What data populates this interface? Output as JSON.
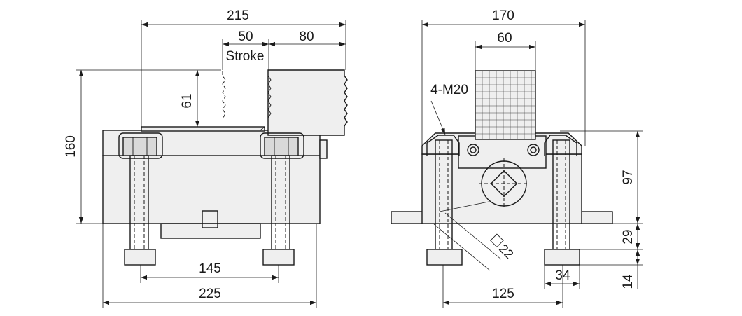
{
  "front_view": {
    "dims": {
      "overall_top": "215",
      "stroke_value": "50",
      "jaw_width": "80",
      "stroke_word": "Stroke",
      "stroke_height": "61",
      "overall_height": "160",
      "bolt_pitch": "145",
      "base_length": "225"
    }
  },
  "side_view": {
    "dims": {
      "overall_width": "170",
      "jaw_width": "60",
      "thread_callout": "4-M20",
      "body_height": "97",
      "foot_height": "29",
      "foot_thickness": "14",
      "foot_width": "34",
      "bolt_pitch": "125",
      "square_drive": "22"
    }
  },
  "colors": {
    "line": "#1a1a1a",
    "fill": "#efefef"
  }
}
